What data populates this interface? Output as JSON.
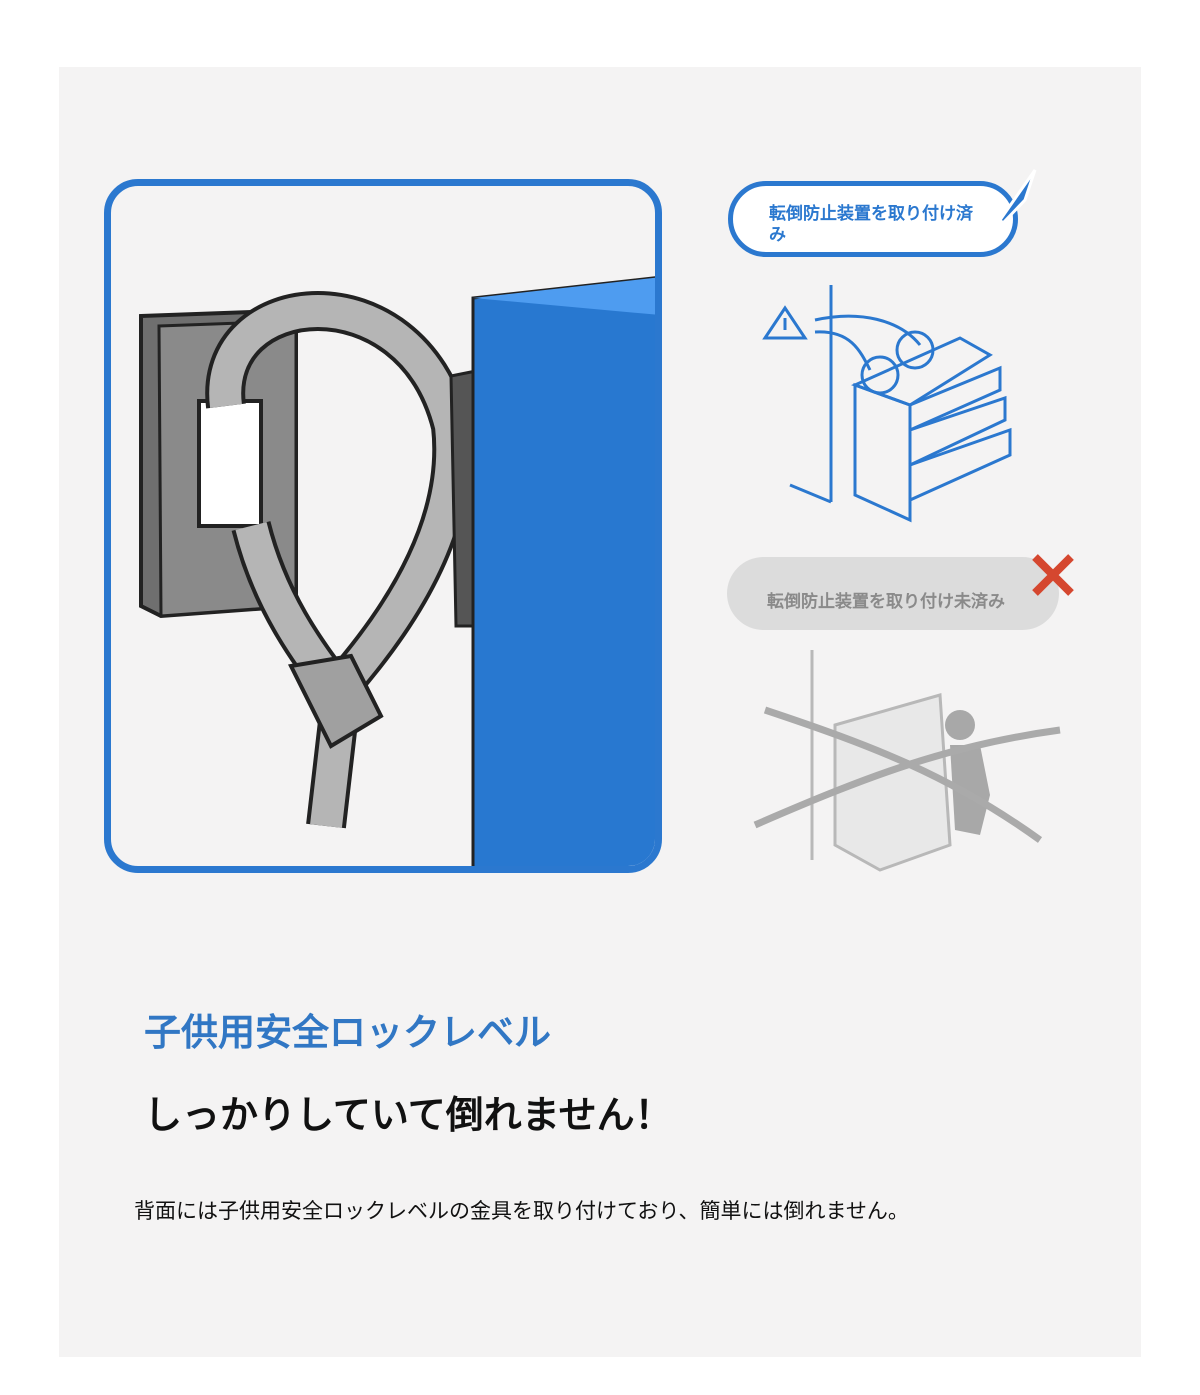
{
  "badges": {
    "installed": "転倒防止装置を取り付け済み",
    "not_installed": "転倒防止装置を取り付け未済み"
  },
  "heading": {
    "title": "子供用安全ロックレベル",
    "subtitle": "しっかりしていて倒れません！"
  },
  "description": "背面には子供用安全ロックレベルの金具を取り付けており、簡単には倒れません。",
  "colors": {
    "accent": "#2b78cf",
    "cross": "#d5472f"
  }
}
